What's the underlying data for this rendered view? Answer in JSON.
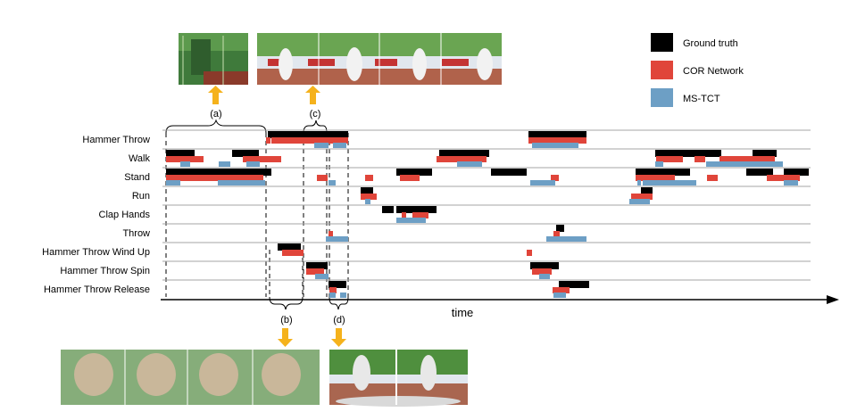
{
  "rows": [
    {
      "label": "Hammer Throw",
      "gt": [
        [
          300,
          390
        ],
        [
          592,
          657
        ]
      ],
      "cor": [
        [
          298,
          303
        ],
        [
          304,
          390
        ],
        [
          592,
          657
        ]
      ],
      "ms": [
        [
          352,
          368
        ],
        [
          373,
          388
        ],
        [
          596,
          648
        ]
      ]
    },
    {
      "label": "Walk",
      "gt": [
        [
          186,
          218
        ],
        [
          260,
          290
        ],
        [
          492,
          548
        ],
        [
          734,
          808
        ],
        [
          843,
          870
        ]
      ],
      "cor": [
        [
          186,
          228
        ],
        [
          272,
          315
        ],
        [
          489,
          545
        ],
        [
          735,
          765
        ],
        [
          778,
          790
        ],
        [
          806,
          868
        ]
      ],
      "ms": [
        [
          202,
          213
        ],
        [
          245,
          258
        ],
        [
          276,
          291
        ],
        [
          512,
          540
        ],
        [
          734,
          743
        ],
        [
          791,
          877
        ]
      ]
    },
    {
      "label": "Stand",
      "gt": [
        [
          186,
          304
        ],
        [
          444,
          484
        ],
        [
          550,
          590
        ],
        [
          712,
          773
        ],
        [
          836,
          866
        ],
        [
          878,
          906
        ]
      ],
      "cor": [
        [
          186,
          295
        ],
        [
          355,
          367
        ],
        [
          409,
          418
        ],
        [
          448,
          470
        ],
        [
          617,
          626
        ],
        [
          712,
          756
        ],
        [
          792,
          804
        ],
        [
          859,
          896
        ]
      ],
      "ms": [
        [
          186,
          202
        ],
        [
          244,
          297
        ],
        [
          368,
          376
        ],
        [
          594,
          622
        ],
        [
          714,
          718
        ],
        [
          720,
          780
        ],
        [
          878,
          894
        ]
      ]
    },
    {
      "label": "Run",
      "gt": [
        [
          404,
          418
        ],
        [
          718,
          731
        ]
      ],
      "cor": [
        [
          404,
          422
        ],
        [
          707,
          731
        ]
      ],
      "ms": [
        [
          409,
          415
        ],
        [
          705,
          728
        ]
      ]
    },
    {
      "label": "Clap Hands",
      "gt": [
        [
          428,
          441
        ],
        [
          444,
          489
        ]
      ],
      "cor": [
        [
          450,
          455
        ],
        [
          462,
          480
        ]
      ],
      "ms": [
        [
          444,
          477
        ]
      ]
    },
    {
      "label": "Throw",
      "gt": [
        [
          623,
          632
        ]
      ],
      "cor": [
        [
          368,
          373
        ],
        [
          620,
          627
        ]
      ],
      "ms": [
        [
          365,
          390
        ],
        [
          612,
          657
        ]
      ]
    },
    {
      "label": "Hammer Throw Wind Up",
      "gt": [
        [
          311,
          337
        ]
      ],
      "cor": [
        [
          316,
          340
        ],
        [
          590,
          596
        ]
      ],
      "ms": []
    },
    {
      "label": "Hammer Throw Spin",
      "gt": [
        [
          343,
          367
        ],
        [
          594,
          626
        ]
      ],
      "cor": [
        [
          343,
          363
        ],
        [
          596,
          618
        ]
      ],
      "ms": [
        [
          353,
          368
        ],
        [
          604,
          616
        ]
      ]
    },
    {
      "label": "Hammer Throw Release",
      "gt": [
        [
          368,
          388
        ],
        [
          626,
          660
        ]
      ],
      "cor": [
        [
          369,
          377
        ],
        [
          619,
          638
        ]
      ],
      "ms": [
        [
          369,
          376
        ],
        [
          381,
          388
        ],
        [
          620,
          634
        ]
      ]
    }
  ],
  "legend": {
    "ground_truth": "Ground truth",
    "cor_network": "COR Network",
    "ms_tct": "MS-TCT"
  },
  "colors": {
    "ground_truth": "#000000",
    "cor_network": "#e0453a",
    "ms_tct": "#6d9fc5",
    "row_line": "#a6a6a6",
    "arrow": "#f5b21c",
    "axis": "#000000"
  },
  "time_label": "time",
  "annotations": {
    "a": "(a)",
    "b": "(b)",
    "c": "(c)",
    "d": "(d)"
  },
  "icons": {
    "thumbnails": "video-frame-thumbnail",
    "arrows": "up-arrow-icon",
    "braces": "curly-brace"
  }
}
